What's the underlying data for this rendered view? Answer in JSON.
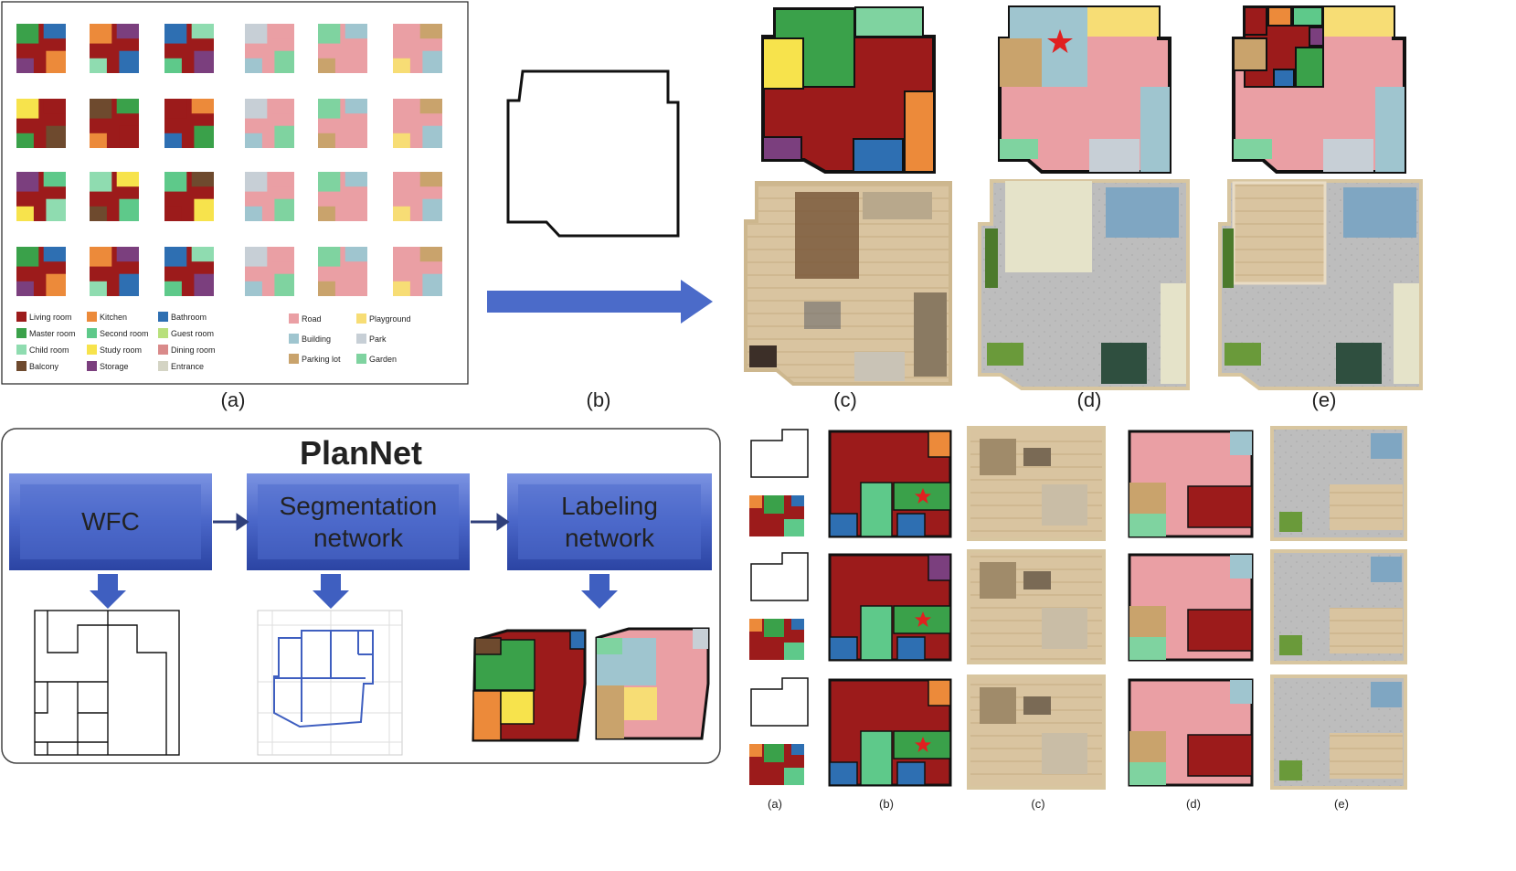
{
  "legend": {
    "items": [
      {
        "label": "Living room",
        "color": "#9c1b1b"
      },
      {
        "label": "Master room",
        "color": "#3aa14a"
      },
      {
        "label": "Child room",
        "color": "#8fdcb0"
      },
      {
        "label": "Balcony",
        "color": "#6e4a2e"
      },
      {
        "label": "Kitchen",
        "color": "#ec8a3a"
      },
      {
        "label": "Second room",
        "color": "#5ec98a"
      },
      {
        "label": "Study room",
        "color": "#f7e34c"
      },
      {
        "label": "Storage",
        "color": "#7b3f7e"
      },
      {
        "label": "Bathroom",
        "color": "#2e6fb2"
      },
      {
        "label": "Guest room",
        "color": "#b8e07c"
      },
      {
        "label": "Dining room",
        "color": "#d98a8a"
      },
      {
        "label": "Entrance",
        "color": "#d4d4c4"
      },
      {
        "label": "Road",
        "color": "#ea9fa4"
      },
      {
        "label": "Building",
        "color": "#9fc5cf"
      },
      {
        "label": "Parking lot",
        "color": "#c9a36c"
      },
      {
        "label": "Playground",
        "color": "#f7dd75"
      },
      {
        "label": "Park",
        "color": "#c7cfd6"
      },
      {
        "label": "Garden",
        "color": "#7fd3a0"
      }
    ]
  },
  "captions": {
    "a": "(a)",
    "b": "(b)",
    "c": "(c)",
    "d": "(d)",
    "e": "(e)"
  },
  "plannet": {
    "title": "PlanNet",
    "steps": [
      {
        "line1": "WFC",
        "line2": ""
      },
      {
        "line1": "Segmentation",
        "line2": "network"
      },
      {
        "line1": "Labeling",
        "line2": "network"
      }
    ]
  },
  "colors": {
    "arrow": "#3f5fc0",
    "box_top": "#6f87db",
    "box_bottom": "#2f48a8",
    "outline": "#111111",
    "render_floor": "#e9dcc4",
    "render_frame": "#d8c6a0",
    "lot_gray": "#b9b9b9"
  }
}
